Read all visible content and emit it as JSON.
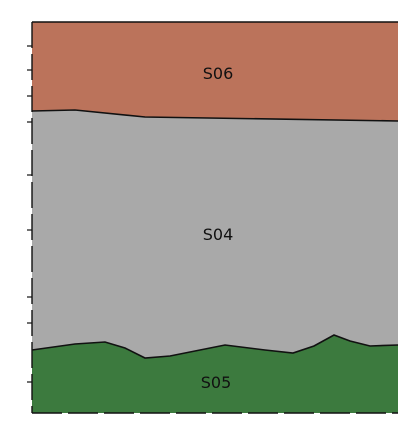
{
  "layers": [
    {
      "id": "S06",
      "label": "S06",
      "color": "#bb735b"
    },
    {
      "id": "S04",
      "label": "S04",
      "color": "#a9a9a9"
    },
    {
      "id": "S05",
      "label": "S05",
      "color": "#3c7a3e"
    }
  ]
}
